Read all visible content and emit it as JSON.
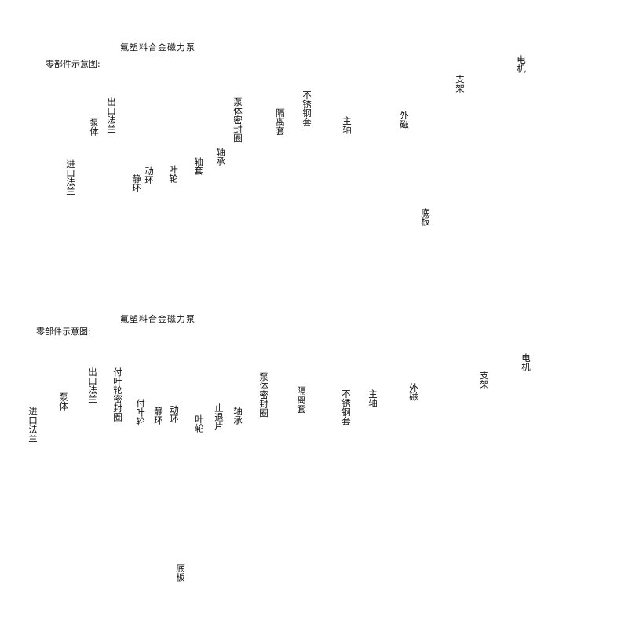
{
  "diagram_top": {
    "title": "氟塑料合金磁力泵",
    "subtitle": "零部件示意图:",
    "labels": {
      "inlet_flange": "进口法兰",
      "pump_body": "泵体",
      "outlet_flange": "出口法兰",
      "static_ring": "静环",
      "moving_ring": "动环",
      "impeller": "叶轮",
      "shaft_sleeve": "轴套",
      "bearing": "轴承",
      "pump_body_seal": "泵体密封圈",
      "isolation_sleeve": "隔离套",
      "stainless_sleeve": "不锈钢套",
      "main_shaft": "主轴",
      "outer_magnet": "外磁",
      "bracket": "支架",
      "motor": "电机",
      "base_plate": "底板"
    }
  },
  "diagram_bottom": {
    "title": "氟塑料合金磁力泵",
    "subtitle": "零部件示意图:",
    "labels": {
      "inlet_flange": "进口法兰",
      "pump_body": "泵体",
      "outlet_flange": "出口法兰",
      "aux_impeller_seal": "付叶轮密封圈",
      "aux_impeller": "付叶轮",
      "static_ring": "静环",
      "moving_ring": "动环",
      "impeller": "叶轮",
      "stop_plate": "止退片",
      "bearing": "轴承",
      "pump_body_seal": "泵体密封圈",
      "isolation_sleeve": "隔离套",
      "stainless_sleeve": "不锈钢套",
      "main_shaft": "主轴",
      "outer_magnet": "外磁",
      "bracket": "支架",
      "motor": "电机",
      "base_plate": "底板"
    }
  }
}
